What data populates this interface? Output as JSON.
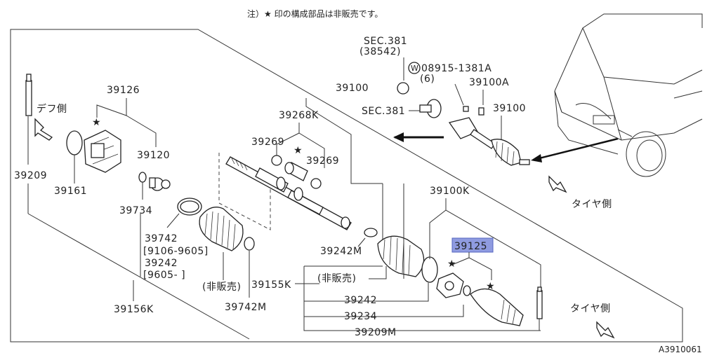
{
  "header": {
    "note": "注）★ 印の構成部品は非販売です。"
  },
  "footer": {
    "code": "A3910061"
  },
  "side_labels": {
    "diff": "デフ側",
    "tire_top": "タイヤ側",
    "tire_bottom": "タイヤ側"
  },
  "parts": {
    "p39126": "39126",
    "p39120": "39120",
    "p39209": "39209",
    "p39161": "39161",
    "p39734": "39734",
    "p39742": "39742",
    "r1": "[9106-9605]",
    "p39242": "39242",
    "r2": "[9605-     ]",
    "nonsale1": "(非販売)",
    "p39156K": "39156K",
    "p39742M": "39742M",
    "p39100": "39100",
    "p39268K": "39268K",
    "p39269a": "39269",
    "p39269b": "39269",
    "p39242M": "39242M",
    "p39155K": "39155K",
    "nonsale2": "(非販売)",
    "p39242b": "39242",
    "p39234": "39234",
    "p39209M": "39209M",
    "p39100K": "39100K",
    "p39125": "39125",
    "sec381a": "SEC.381",
    "sec381a_sub": "(38542)",
    "bolt": "08915-1381A",
    "bolt_qty": "(6)",
    "p39100A": "39100A",
    "sec381b": "SEC.381",
    "p39100c": "39100",
    "w": "W"
  },
  "colors": {
    "highlight": "#8f9be0",
    "line": "#333333"
  }
}
